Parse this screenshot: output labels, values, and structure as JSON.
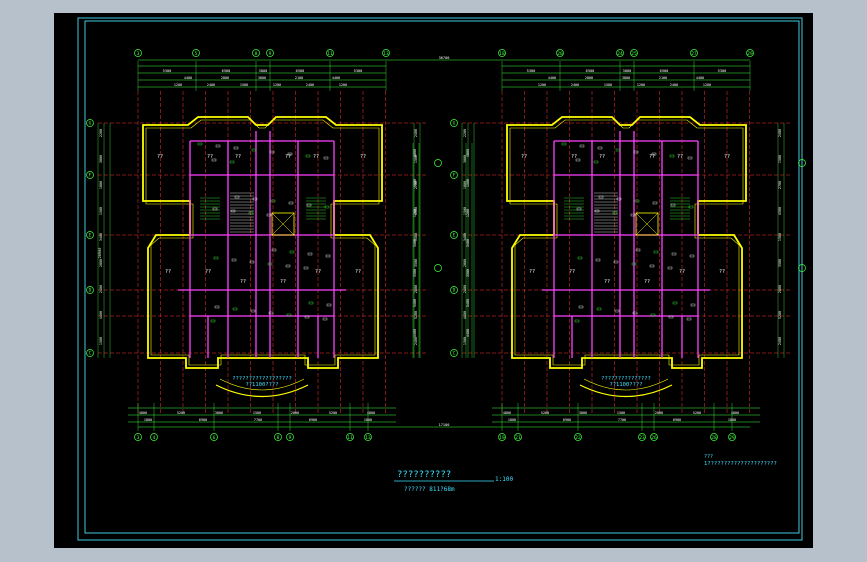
{
  "drawing": {
    "title": "??????????",
    "scale": "1:100",
    "area_note": "?????? 811?68m",
    "notes_label": "???",
    "notes_text": "1?????????????????????",
    "plan_caption_left": "??????????????????",
    "plan_caption_left_sub": "??1100????",
    "plan_caption_right": "???????????????",
    "plan_caption_right_sub": "??1100????"
  },
  "top_axis_labels_left": [
    "3",
    "5",
    "8",
    "9",
    "11",
    "13"
  ],
  "top_axis_labels_right": [
    "18",
    "20",
    "24",
    "25",
    "27",
    "29"
  ],
  "bottom_axis_labels_left": [
    "3",
    "4",
    "6",
    "8",
    "9",
    "11",
    "13"
  ],
  "bottom_axis_labels_right": [
    "19",
    "21",
    "22",
    "23",
    "26",
    "28",
    "29"
  ],
  "side_axis_labels": [
    "G",
    "F",
    "E",
    "D",
    "C"
  ],
  "top_dims_row1": [
    "5300",
    "6500",
    "3800",
    "6500",
    "5300"
  ],
  "top_dims_row2": [
    "4400",
    "2800",
    "3800",
    "2100",
    "4400"
  ],
  "top_dims_row3": [
    "1200",
    "2400",
    "1500",
    "1200",
    "2400",
    "1200"
  ],
  "overall_width": "36700",
  "half_width": "17100",
  "bottom_dims_row1": [
    "4800",
    "5200",
    "3800",
    "1500",
    "2000",
    "5200",
    "4800"
  ],
  "bottom_dims_row2": [
    "1800",
    "6900",
    "7700",
    "6900",
    "1800"
  ],
  "side_dims_left": [
    "2200",
    "3000",
    "1800",
    "1500",
    "3400",
    "2800",
    "2400",
    "4400",
    "1500"
  ],
  "side_dims_right": [
    "2400",
    "1500",
    "2700",
    "4500",
    "1500",
    "3500",
    "2800",
    "5200",
    "2400"
  ],
  "side_total": "20900",
  "mid_dims": [
    "4800",
    "1500",
    "1200",
    "3400",
    "3500",
    "5400",
    "4400"
  ],
  "room_labels": [
    "??",
    "??",
    "??",
    "??",
    "??",
    "??",
    "??",
    "??",
    "??",
    "??",
    "??",
    "??"
  ],
  "colors": {
    "background": "#000000",
    "frame": "#40c8e0",
    "wall": "#ffff00",
    "wall_inner": "#ff40ff",
    "grid": "#ff3030",
    "dim": "#40ff40",
    "text": "#ffffff",
    "cyan_text": "#40e0ff"
  }
}
